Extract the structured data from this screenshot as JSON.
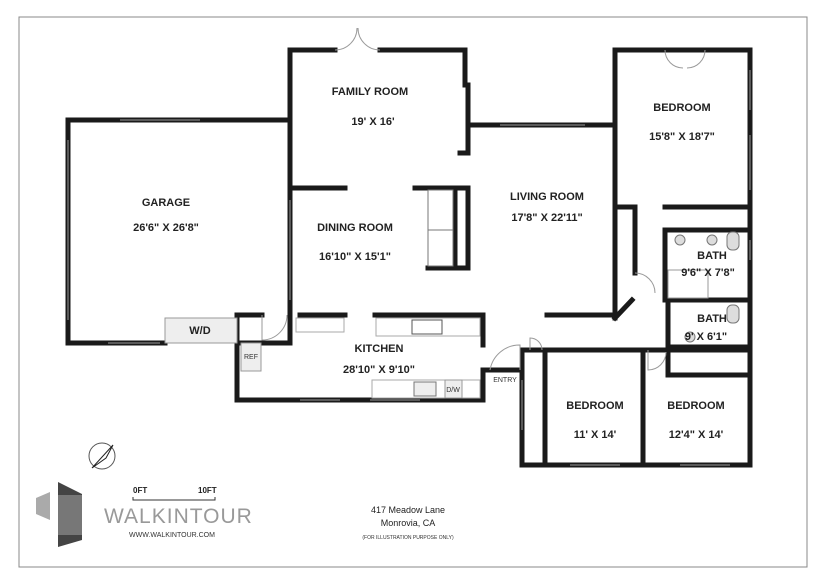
{
  "rooms": {
    "family": {
      "name": "FAMILY ROOM",
      "size": "19' X 16'"
    },
    "garage": {
      "name": "GARAGE",
      "size": "26'6\" X 26'8\""
    },
    "dining": {
      "name": "DINING ROOM",
      "size": "16'10\" X 15'1\""
    },
    "living": {
      "name": "LIVING ROOM",
      "size": "17'8\" X 22'11\""
    },
    "bedroom1": {
      "name": "BEDROOM",
      "size": "15'8\" X 18'7\""
    },
    "bath1": {
      "name": "BATH",
      "size": "9'6\" X 7'8\""
    },
    "bath2": {
      "name": "BATH",
      "size": "9' X 6'1\""
    },
    "kitchen": {
      "name": "KITCHEN",
      "size": "28'10\" X 9'10\""
    },
    "bedroom2": {
      "name": "BEDROOM",
      "size": "11' X 14'"
    },
    "bedroom3": {
      "name": "BEDROOM",
      "size": "12'4\" X 14'"
    }
  },
  "fixtures": {
    "wd": "W/D",
    "ref": "REF",
    "dw": "D/W",
    "entry": "ENTRY"
  },
  "scale": {
    "start": "0FT",
    "end": "10FT"
  },
  "brand": {
    "name": "WALKINTOUR",
    "url": "WWW.WALKINTOUR.COM"
  },
  "address": {
    "line1": "417 Meadow Lane",
    "line2": "Monrovia, CA",
    "note": "(FOR ILLUSTRATION PURPOSE ONLY)"
  }
}
